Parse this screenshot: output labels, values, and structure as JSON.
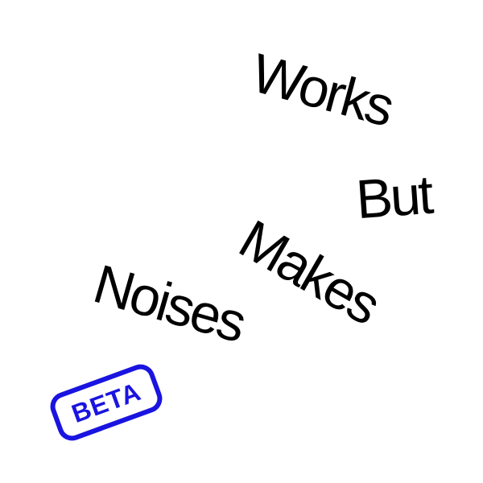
{
  "words": [
    "Works",
    "But",
    "Makes",
    "Noises"
  ],
  "badge": {
    "label": "BETA",
    "color": "#1a14e0"
  }
}
